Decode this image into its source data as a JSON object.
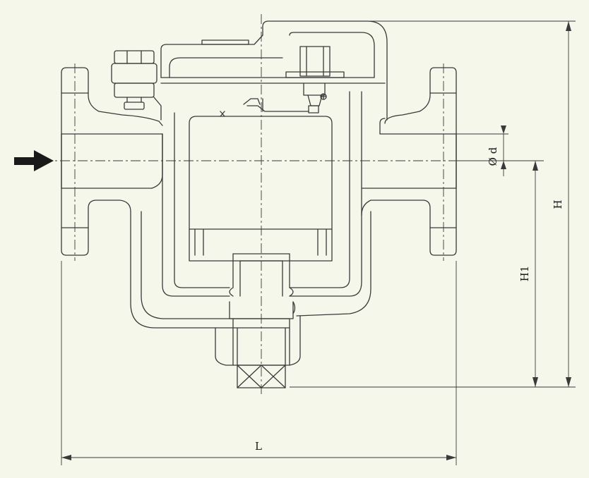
{
  "colors": {
    "background": "#f4f7ea",
    "line": "#3a3a3a",
    "arrow": "#1a1a1a"
  },
  "dimensions": {
    "length": "L",
    "height": "H",
    "height_1": "H1",
    "diameter": "Ø d"
  },
  "icons": {
    "flow_arrow": "arrow-right-icon",
    "plug": "crossed-plug-icon"
  }
}
